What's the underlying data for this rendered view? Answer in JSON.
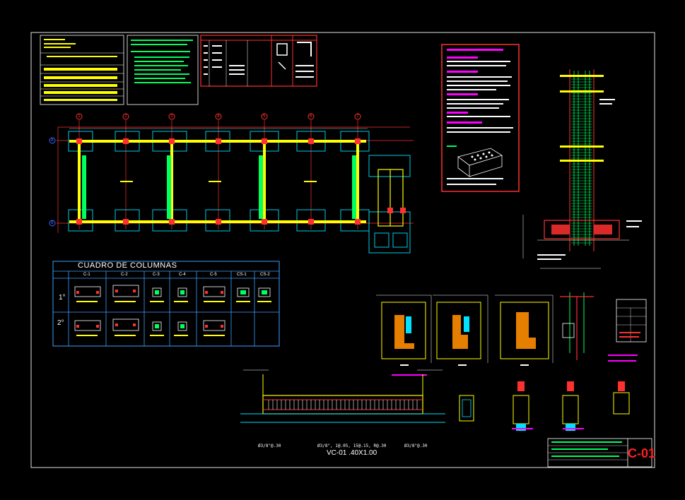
{
  "drawing": {
    "sheet_code": "C-01",
    "column_table_title": "CUADRO DE COLUMNAS",
    "column_headers": [
      "C-1",
      "C-2",
      "C-3",
      "C-4",
      "C-5",
      "CS-1",
      "CS-2"
    ],
    "levels": [
      "1°",
      "2°"
    ],
    "grid_axes": [
      "1",
      "2",
      "3",
      "4",
      "5",
      "6",
      "7"
    ],
    "grid_rows": [
      "A",
      "B"
    ],
    "beam": {
      "title": "VC-01 .40X1.00",
      "spec_left": "Ø3/8\"@.30",
      "spec_center": "Ø3/8\", 1@.05, 15@.15, R@.30",
      "spec_right": "Ø3/8\"@.30"
    }
  },
  "colors": {
    "background": "#000000",
    "frame": "#ffffff",
    "grid": "#ff3030",
    "walls": "#ffff00",
    "footings": "#00e0ff",
    "rebar": "#00ff60",
    "table": "#3aa0ff",
    "accent": "#ff00ff"
  }
}
